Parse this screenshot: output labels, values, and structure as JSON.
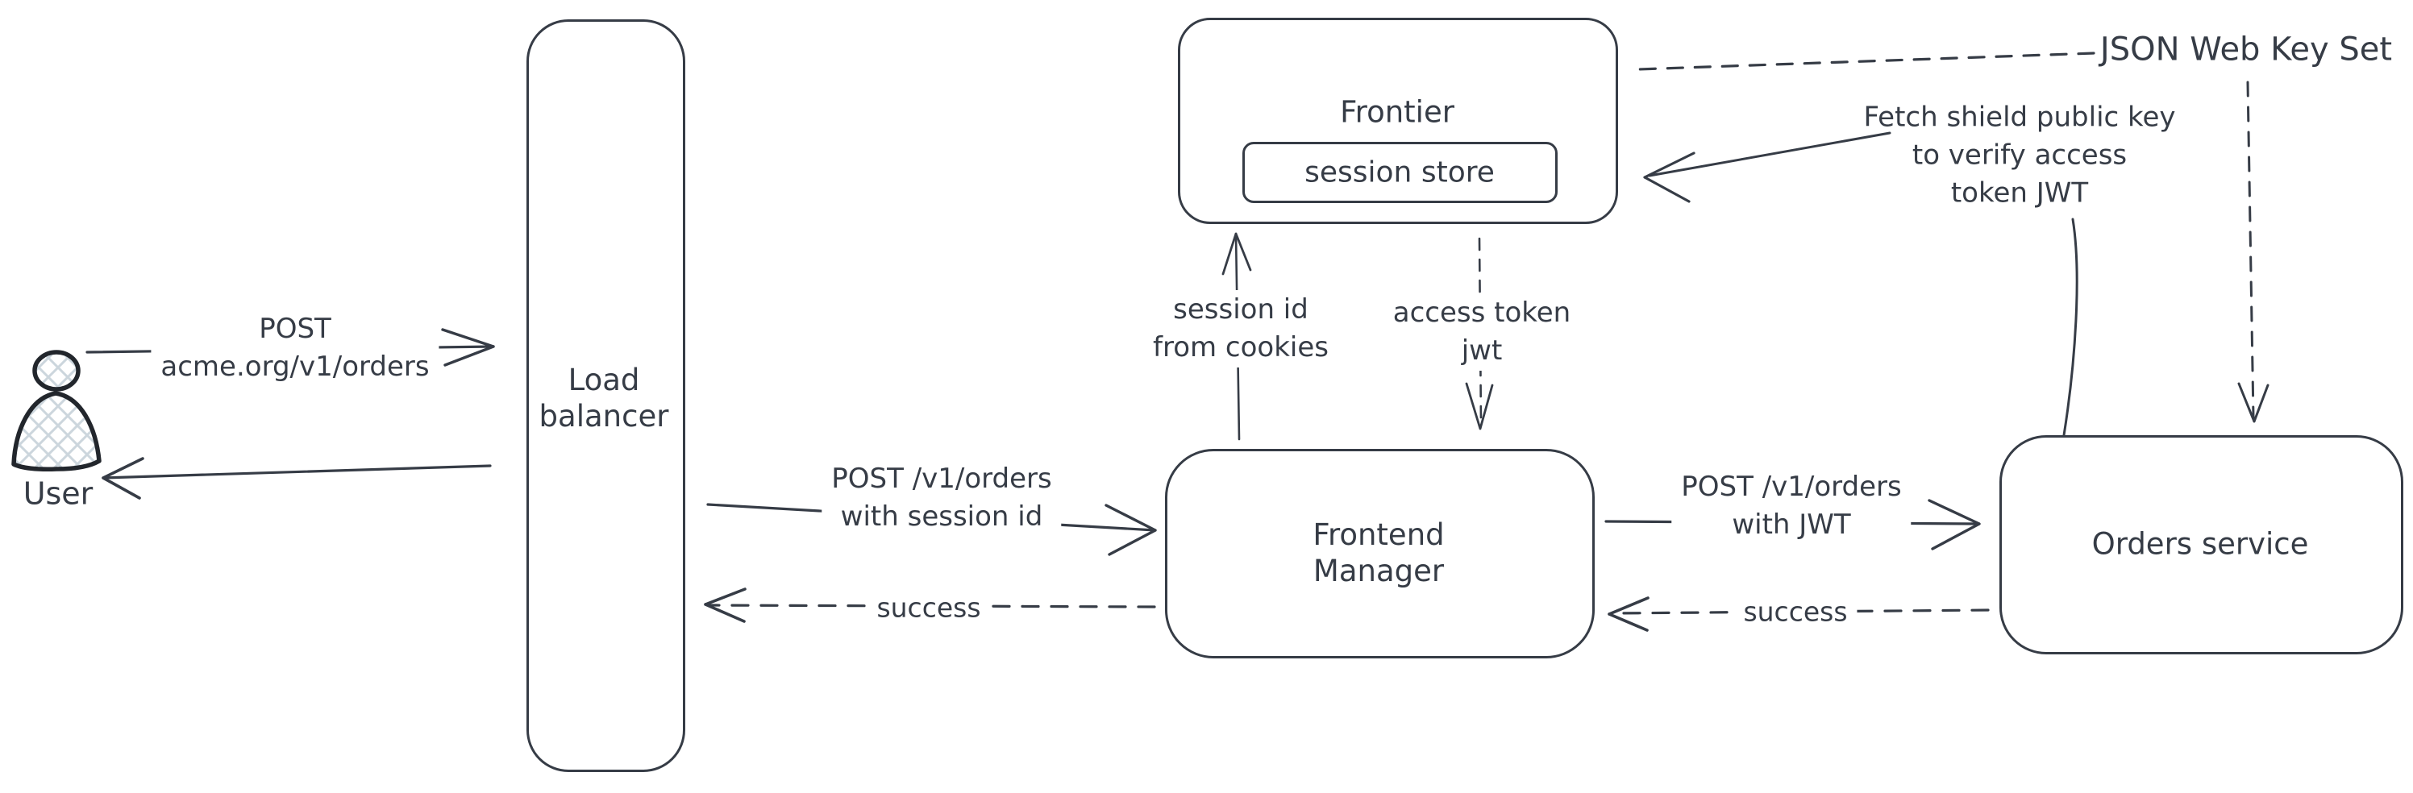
{
  "diagram": {
    "type": "architecture-flow",
    "style": "hand-drawn"
  },
  "nodes": {
    "user": {
      "label": "User",
      "icon": "person-icon"
    },
    "load_balancer": {
      "label_line1": "Load",
      "label_line2": "balancer"
    },
    "frontier": {
      "label": "Frontier",
      "session_store_label": "session store"
    },
    "frontend_manager": {
      "label_line1": "Frontend",
      "label_line2": "Manager"
    },
    "orders_service": {
      "label": "Orders service"
    }
  },
  "edges": {
    "user_to_lb": {
      "line1": "POST",
      "line2": "acme.org/v1/orders",
      "style": "solid-arrow-right"
    },
    "lb_to_user": {
      "style": "solid-arrow-left"
    },
    "lb_to_fm": {
      "line1": "POST /v1/orders",
      "line2": "with session id",
      "style": "solid-arrow-right"
    },
    "fm_to_lb": {
      "label": "success",
      "style": "dashed-arrow-left"
    },
    "fm_to_frontier": {
      "line1": "session id",
      "line2": "from cookies",
      "style": "solid-arrow-up"
    },
    "frontier_to_fm": {
      "line1": "access token",
      "line2": "jwt",
      "style": "dashed-arrow-down"
    },
    "fm_to_orders": {
      "line1": "POST /v1/orders",
      "line2": "with JWT",
      "style": "solid-arrow-right"
    },
    "orders_to_fm": {
      "label": "success",
      "style": "dashed-arrow-left"
    },
    "orders_to_frontier": {
      "line1": "Fetch shield public key",
      "line2": "to verify access",
      "line3": "token JWT",
      "style": "solid-arrow-left"
    },
    "jwks_label": {
      "label": "JSON Web Key Set",
      "style": "dashed-connectors"
    }
  },
  "colors": {
    "stroke": "#363c46",
    "icon_stroke": "#22262c",
    "icon_hatch": "#ccd6dd",
    "background": "#ffffff"
  }
}
